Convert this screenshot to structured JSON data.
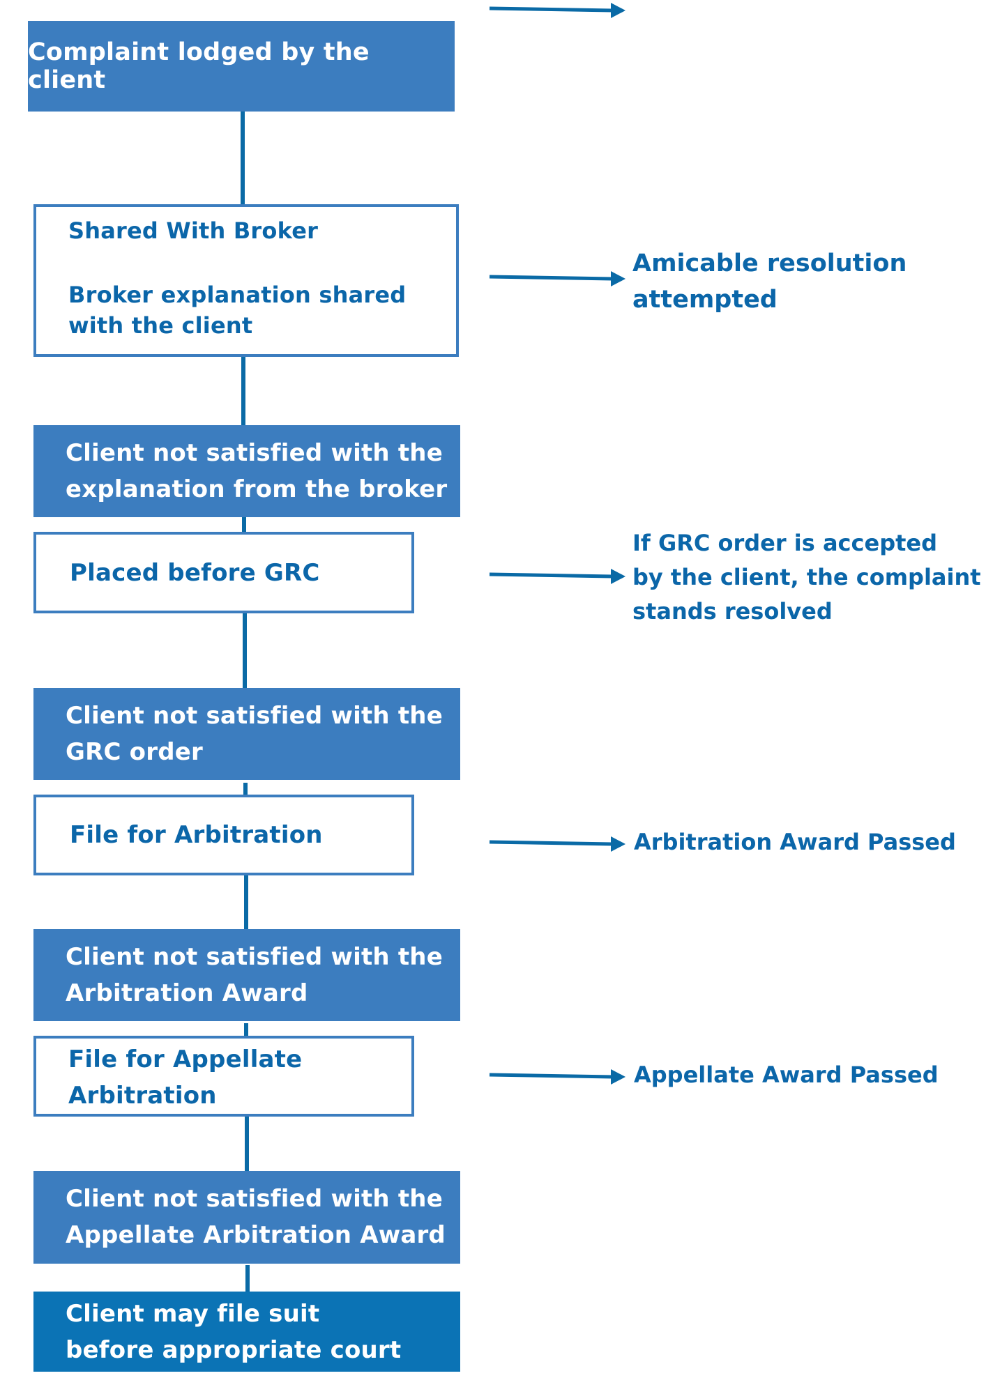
{
  "colors": {
    "filled": "#3c7dbf",
    "final": "#0b73b5",
    "outline": "#3c7dbf",
    "text_blue": "#0b66a9",
    "connector": "#0a6aa6"
  },
  "steps": {
    "complaint": "Complaint lodged by the client",
    "shared_title": "Shared With Broker",
    "shared_line1": "Broker explanation shared",
    "shared_line2": "with the client",
    "not_sat_broker_1": "Client not satisfied with the",
    "not_sat_broker_2": "explanation from the broker",
    "grc": "Placed before GRC",
    "not_sat_grc_1": "Client not satisfied with the",
    "not_sat_grc_2": "GRC order",
    "arbitration": "File for Arbitration",
    "not_sat_arb_1": "Client not satisfied with the",
    "not_sat_arb_2": "Arbitration Award",
    "appellate_1": "File for Appellate",
    "appellate_2": "Arbitration",
    "not_sat_app_1": "Client not satisfied with the",
    "not_sat_app_2": "Appellate Arbitration Award",
    "suit_1": "Client may file suit",
    "suit_2": "before appropriate court"
  },
  "outcomes": {
    "amicable_1": "Amicable resolution",
    "amicable_2": "attempted",
    "grc_1": "If GRC order is accepted",
    "grc_2": "by the client, the complaint",
    "grc_3": "stands resolved",
    "arbitration": "Arbitration Award Passed",
    "appellate": "Appellate Award Passed"
  }
}
